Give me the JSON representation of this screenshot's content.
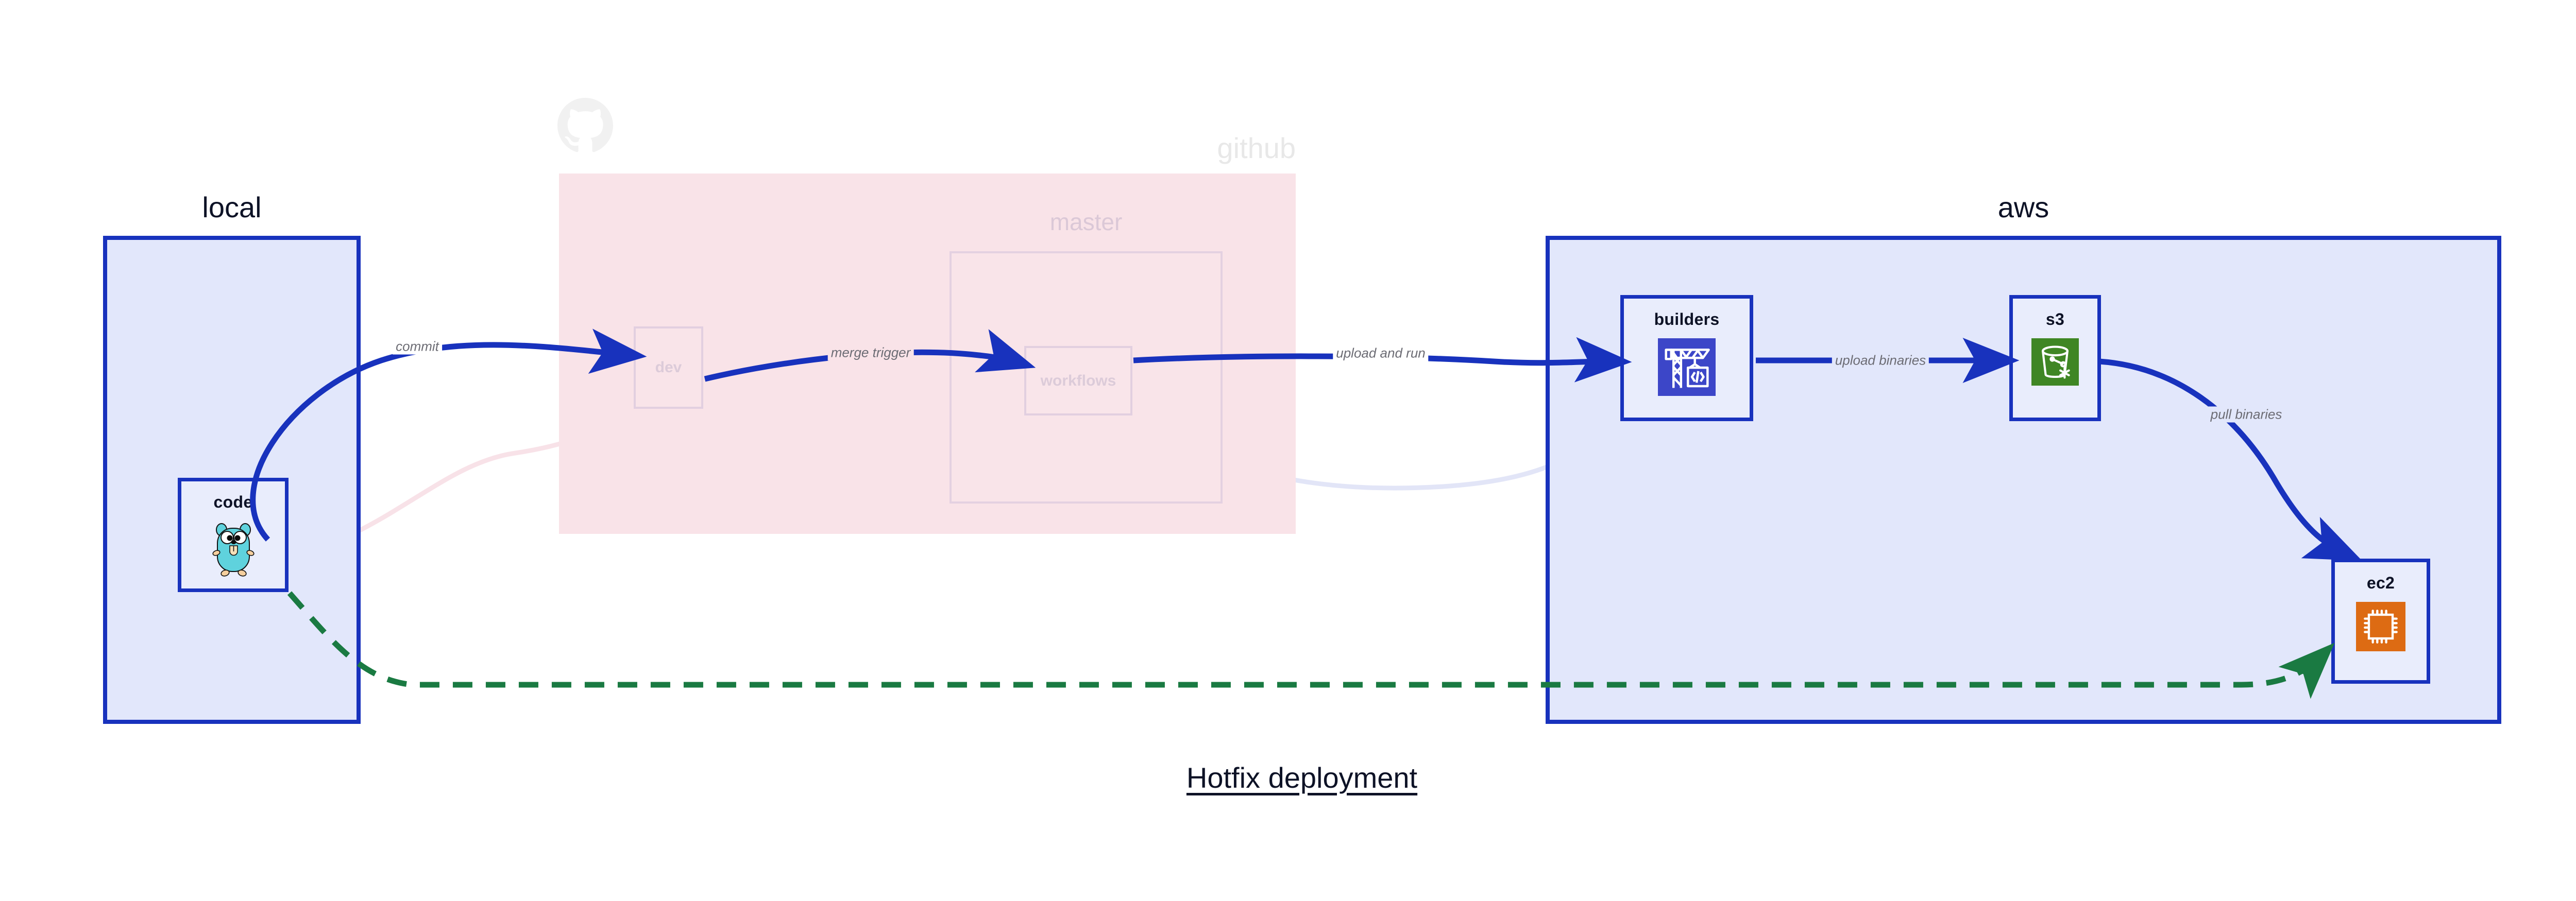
{
  "diagram": {
    "caption": "Hotfix deployment",
    "zones": [
      {
        "id": "local",
        "label": "local"
      },
      {
        "id": "github",
        "label": "github"
      },
      {
        "id": "aws",
        "label": "aws"
      }
    ],
    "nodes": [
      {
        "id": "code",
        "label": "code",
        "icon": "go-gopher-icon",
        "zone": "local",
        "state": "active"
      },
      {
        "id": "dev",
        "label": "dev",
        "icon": "branch-icon",
        "zone": "github",
        "state": "faded"
      },
      {
        "id": "master",
        "label": "master",
        "icon": "branch-group-icon",
        "zone": "github",
        "state": "faded"
      },
      {
        "id": "workflows",
        "label": "workflows",
        "icon": "workflow-icon",
        "zone": "github",
        "state": "faded"
      },
      {
        "id": "builders",
        "label": "builders",
        "icon": "aws-codebuild-icon",
        "zone": "aws",
        "state": "active"
      },
      {
        "id": "s3",
        "label": "s3",
        "icon": "aws-s3-bucket-icon",
        "zone": "aws",
        "state": "active"
      },
      {
        "id": "ec2",
        "label": "ec2",
        "icon": "aws-ec2-chip-icon",
        "zone": "aws",
        "state": "active"
      }
    ],
    "edges": [
      {
        "id": "commit",
        "from": "code",
        "to": "dev",
        "label": "commit",
        "style": "solid-blue"
      },
      {
        "id": "merge-trigger",
        "from": "dev",
        "to": "workflows",
        "label": "merge trigger",
        "style": "solid-blue"
      },
      {
        "id": "upload-and-run",
        "from": "workflows",
        "to": "builders",
        "label": "upload and run",
        "style": "solid-blue"
      },
      {
        "id": "upload-binaries",
        "from": "builders",
        "to": "s3",
        "label": "upload binaries",
        "style": "solid-blue"
      },
      {
        "id": "pull-binaries",
        "from": "s3",
        "to": "ec2",
        "label": "pull binaries",
        "style": "solid-blue"
      },
      {
        "id": "hotfix-direct",
        "from": "code",
        "to": "ec2",
        "label": "",
        "style": "dashed-green"
      }
    ],
    "colors": {
      "accent_blue": "#1832bd",
      "zone_fill_blue": "#e2e7fb",
      "zone_fill_pink": "#f9e3e8",
      "node_fill": "#e9edfc",
      "dashed_green": "#1a7a42",
      "label_gray": "#6c6c74",
      "title_dark": "#0d1226",
      "codebuild_purple": "#3c46c8",
      "s3_green": "#3f8624",
      "ec2_orange": "#dd6b13",
      "gopher_cyan": "#5fd2dd"
    }
  }
}
